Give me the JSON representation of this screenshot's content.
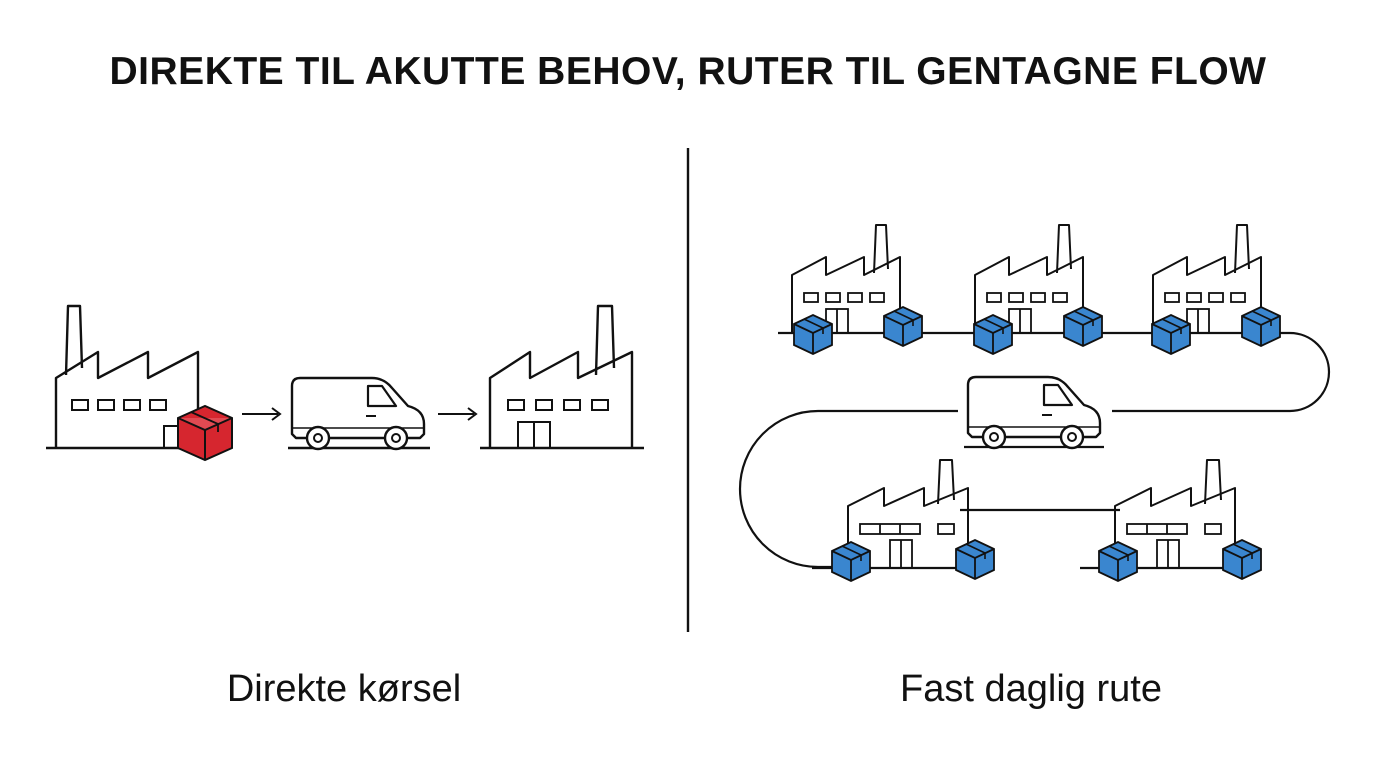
{
  "title": "DIREKTE TIL AKUTTE BEHOV, RUTER TIL GENTAGNE FLOW",
  "left_panel": {
    "caption": "Direkte kørsel",
    "icons": [
      "factory-icon",
      "box-icon",
      "arrow-right-icon",
      "van-icon",
      "arrow-right-icon",
      "factory-icon"
    ]
  },
  "right_panel": {
    "caption": "Fast daglig rute",
    "icons": [
      "factory-icon",
      "box-icon",
      "van-icon",
      "route-line"
    ]
  },
  "colors": {
    "stroke": "#111111",
    "accent_red": "#d6262f",
    "accent_blue": "#3a86cf"
  }
}
